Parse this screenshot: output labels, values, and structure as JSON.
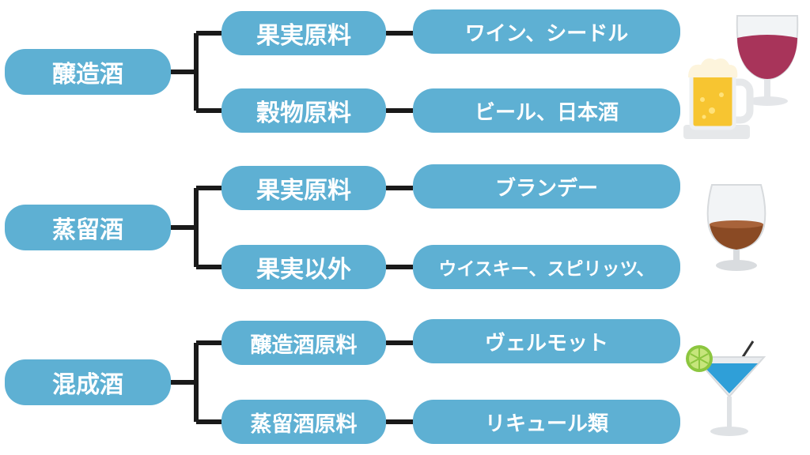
{
  "groups": [
    {
      "label": "醸造酒",
      "icon": "wine-and-beer-icon",
      "children": [
        {
          "label": "果実原料",
          "example": "ワイン、シードル"
        },
        {
          "label": "穀物原料",
          "example": "ビール、日本酒"
        }
      ]
    },
    {
      "label": "蒸留酒",
      "icon": "brandy-glass-icon",
      "children": [
        {
          "label": "果実原料",
          "example": "ブランデー"
        },
        {
          "label": "果実以外",
          "example": "ウイスキー、スピリッツ、"
        }
      ]
    },
    {
      "label": "混成酒",
      "icon": "cocktail-glass-icon",
      "children": [
        {
          "label": "醸造酒原料",
          "example": "ヴェルモット"
        },
        {
          "label": "蒸留酒原料",
          "example": "リキュール類"
        }
      ]
    }
  ],
  "colors": {
    "node_fill": "#5eb0d3",
    "node_text": "#ffffff",
    "connector": "#1a1a1a",
    "wine": "#a8345a",
    "beer": "#f7c531",
    "brandy": "#8a4a24",
    "cocktail": "#2f9fd8",
    "lime": "#8cc63f"
  }
}
